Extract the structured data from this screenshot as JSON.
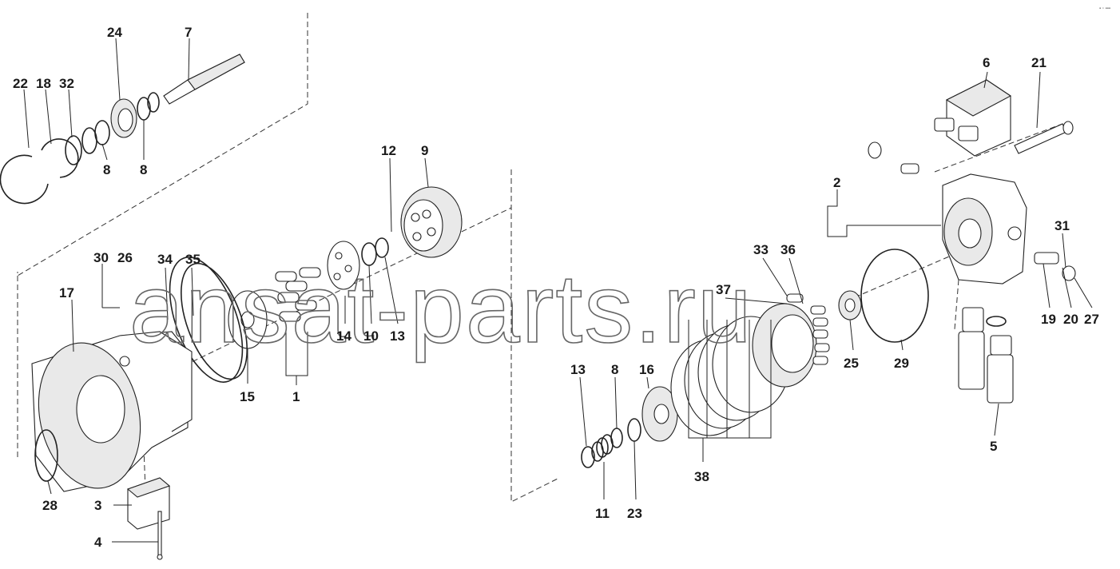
{
  "watermark": "ansat-parts.ru",
  "callouts": {
    "p22": "22",
    "p18": "18",
    "p32": "32",
    "p24": "24",
    "p7": "7",
    "p8a": "8",
    "p8b": "8",
    "p12": "12",
    "p9": "9",
    "p30": "30",
    "p26": "26",
    "p34": "34",
    "p35": "35",
    "p17": "17",
    "p14": "14",
    "p10": "10",
    "p13a": "13",
    "p15": "15",
    "p1": "1",
    "p28": "28",
    "p3": "3",
    "p4": "4",
    "p13b": "13",
    "p8c": "8",
    "p16": "16",
    "p11": "11",
    "p23": "23",
    "p38": "38",
    "p33": "33",
    "p36": "36",
    "p37": "37",
    "p25": "25",
    "p29": "29",
    "p2": "2",
    "p6": "6",
    "p21": "21",
    "p31": "31",
    "p19": "19",
    "p20": "20",
    "p27": "27",
    "p5": "5"
  }
}
